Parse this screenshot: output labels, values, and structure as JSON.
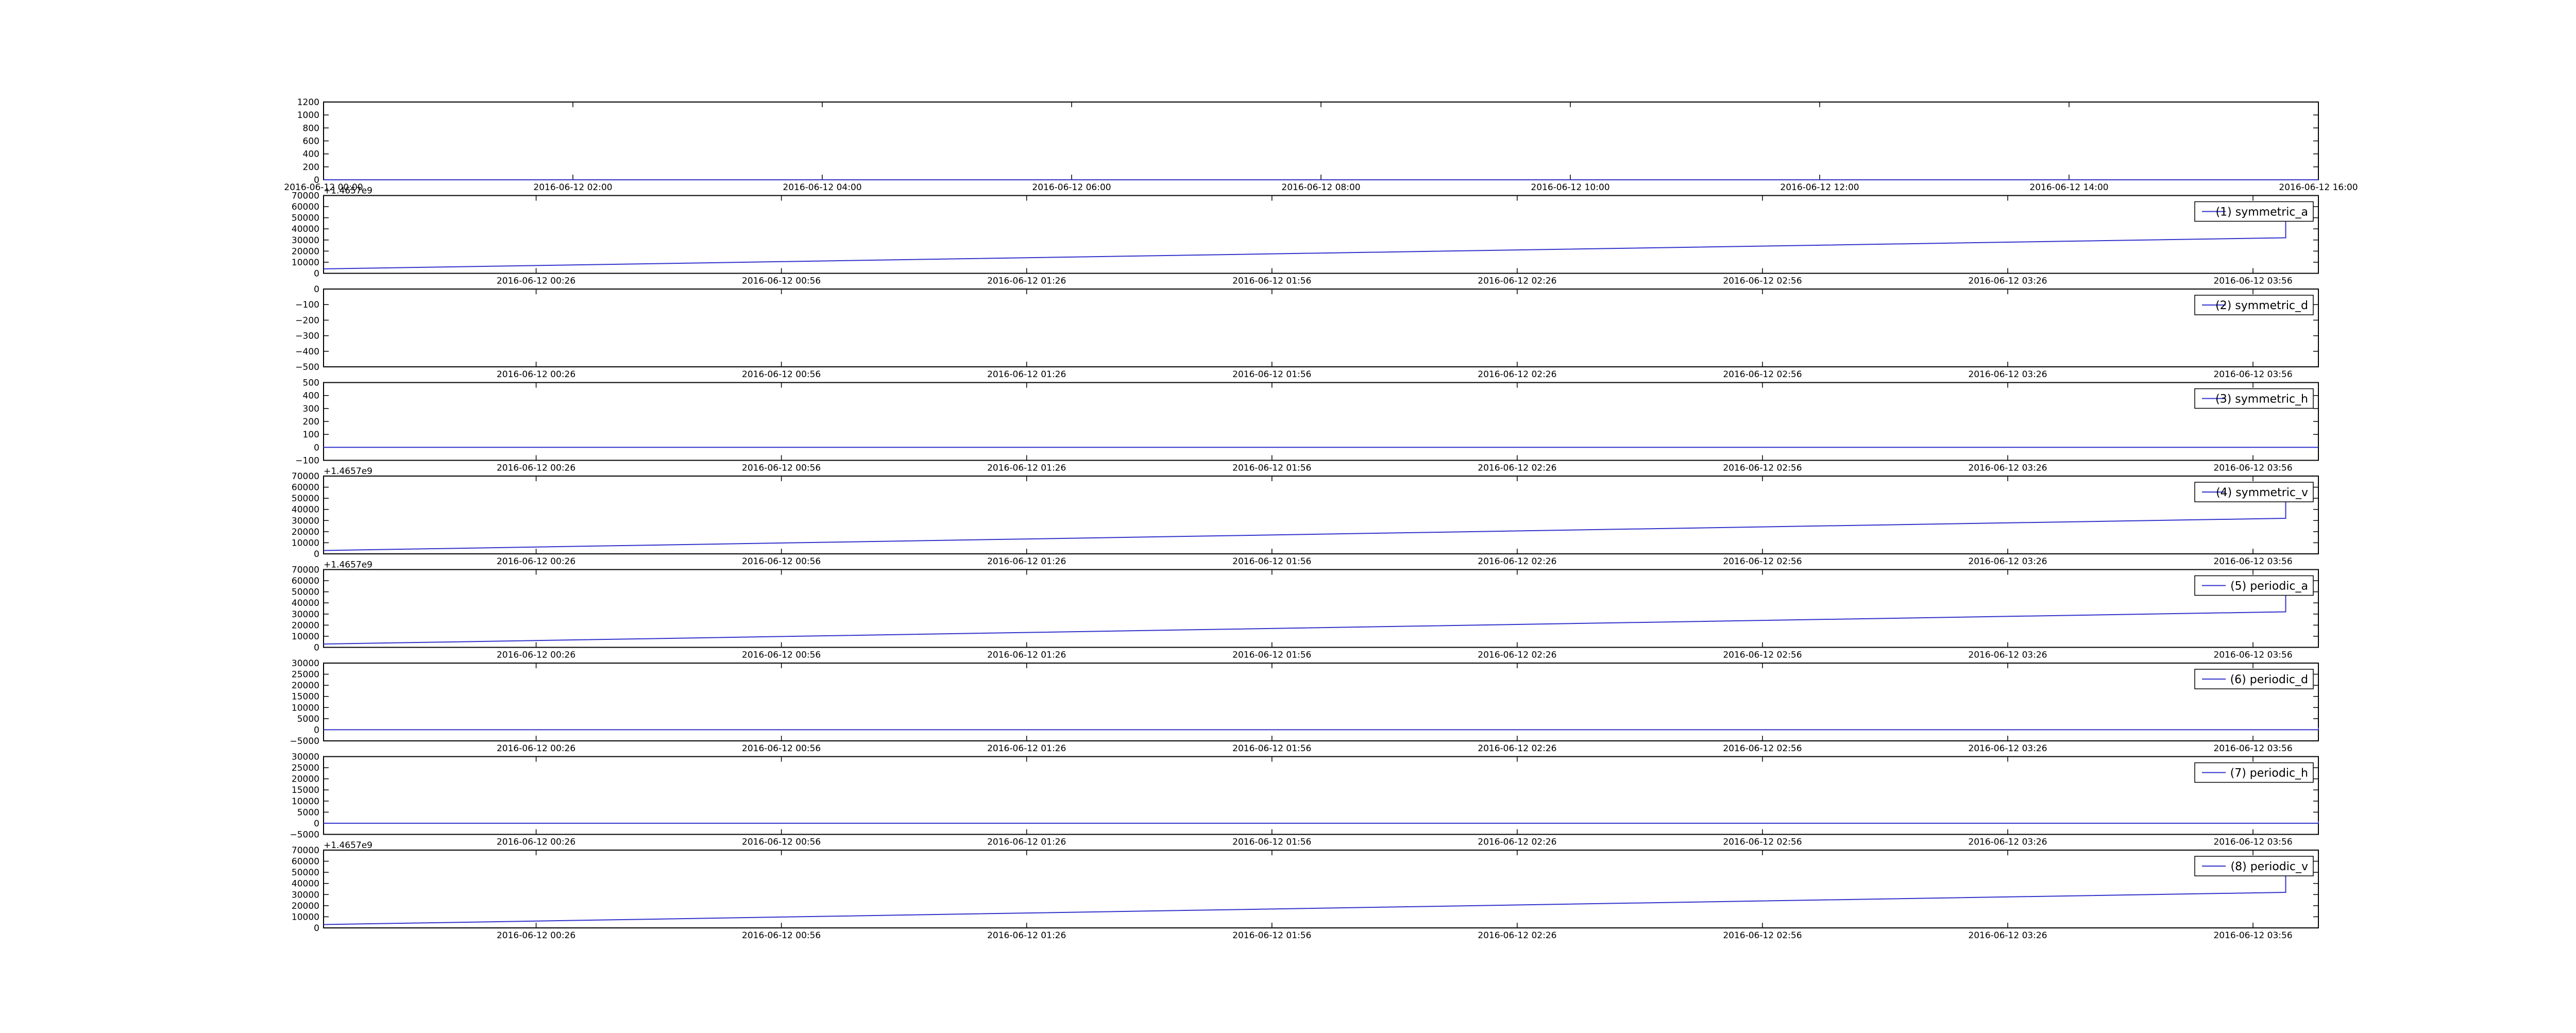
{
  "figure": {
    "background": "#ffffff",
    "line_color": "#3333cc",
    "axis_color": "#000000"
  },
  "chart_data": [
    {
      "type": "line",
      "x_axis": "time",
      "xlim": [
        "2016-06-12 00:00",
        "2016-06-12 16:00"
      ],
      "x_ticks": [
        {
          "t": "2016-06-12 00:00",
          "label": "2016-06-12 00:00"
        },
        {
          "t": "2016-06-12 02:00",
          "label": "2016-06-12 02:00"
        },
        {
          "t": "2016-06-12 04:00",
          "label": "2016-06-12 04:00"
        },
        {
          "t": "2016-06-12 06:00",
          "label": "2016-06-12 06:00"
        },
        {
          "t": "2016-06-12 08:00",
          "label": "2016-06-12 08:00"
        },
        {
          "t": "2016-06-12 10:00",
          "label": "2016-06-12 10:00"
        },
        {
          "t": "2016-06-12 12:00",
          "label": "2016-06-12 12:00"
        },
        {
          "t": "2016-06-12 14:00",
          "label": "2016-06-12 14:00"
        },
        {
          "t": "2016-06-12 16:00",
          "label": "2016-06-12 16:00"
        }
      ],
      "ylim": [
        0,
        1200
      ],
      "y_ticks": [
        0,
        200,
        400,
        600,
        800,
        1000,
        1200
      ],
      "offset_text": "",
      "legend": "",
      "series": [
        {
          "x": [
            "2016-06-12 00:00",
            "2016-06-12 16:00"
          ],
          "y": [
            0,
            0
          ]
        }
      ]
    },
    {
      "type": "line",
      "x_axis": "time",
      "xlim": [
        "2016-06-12 00:00",
        "2016-06-12 04:04"
      ],
      "x_ticks": [
        {
          "t": "2016-06-12 00:26",
          "label": "2016-06-12 00:26"
        },
        {
          "t": "2016-06-12 00:56",
          "label": "2016-06-12 00:56"
        },
        {
          "t": "2016-06-12 01:26",
          "label": "2016-06-12 01:26"
        },
        {
          "t": "2016-06-12 01:56",
          "label": "2016-06-12 01:56"
        },
        {
          "t": "2016-06-12 02:26",
          "label": "2016-06-12 02:26"
        },
        {
          "t": "2016-06-12 02:56",
          "label": "2016-06-12 02:56"
        },
        {
          "t": "2016-06-12 03:26",
          "label": "2016-06-12 03:26"
        },
        {
          "t": "2016-06-12 03:56",
          "label": "2016-06-12 03:56"
        }
      ],
      "ylim": [
        0,
        70000
      ],
      "y_ticks": [
        0,
        10000,
        20000,
        30000,
        40000,
        50000,
        60000,
        70000
      ],
      "offset_text": "+1.4657e9",
      "legend": "(1) symmetric_a",
      "series": [
        {
          "x": [
            "2016-06-12 00:00",
            "2016-06-12 04:00",
            "2016-06-12 04:00"
          ],
          "y": [
            4000,
            32000,
            49000
          ]
        }
      ]
    },
    {
      "type": "line",
      "x_axis": "time",
      "xlim": [
        "2016-06-12 00:00",
        "2016-06-12 04:04"
      ],
      "x_ticks": [
        {
          "t": "2016-06-12 00:26",
          "label": "2016-06-12 00:26"
        },
        {
          "t": "2016-06-12 00:56",
          "label": "2016-06-12 00:56"
        },
        {
          "t": "2016-06-12 01:26",
          "label": "2016-06-12 01:26"
        },
        {
          "t": "2016-06-12 01:56",
          "label": "2016-06-12 01:56"
        },
        {
          "t": "2016-06-12 02:26",
          "label": "2016-06-12 02:26"
        },
        {
          "t": "2016-06-12 02:56",
          "label": "2016-06-12 02:56"
        },
        {
          "t": "2016-06-12 03:26",
          "label": "2016-06-12 03:26"
        },
        {
          "t": "2016-06-12 03:56",
          "label": "2016-06-12 03:56"
        }
      ],
      "ylim": [
        -500,
        0
      ],
      "y_ticks": [
        -500,
        -400,
        -300,
        -200,
        -100,
        0
      ],
      "y_tick_labels": [
        "−500",
        "−400",
        "−300",
        "−200",
        "−100",
        "0"
      ],
      "offset_text": "",
      "legend": "(2) symmetric_d",
      "series": []
    },
    {
      "type": "line",
      "x_axis": "time",
      "xlim": [
        "2016-06-12 00:00",
        "2016-06-12 04:04"
      ],
      "x_ticks": [
        {
          "t": "2016-06-12 00:26",
          "label": "2016-06-12 00:26"
        },
        {
          "t": "2016-06-12 00:56",
          "label": "2016-06-12 00:56"
        },
        {
          "t": "2016-06-12 01:26",
          "label": "2016-06-12 01:26"
        },
        {
          "t": "2016-06-12 01:56",
          "label": "2016-06-12 01:56"
        },
        {
          "t": "2016-06-12 02:26",
          "label": "2016-06-12 02:26"
        },
        {
          "t": "2016-06-12 02:56",
          "label": "2016-06-12 02:56"
        },
        {
          "t": "2016-06-12 03:26",
          "label": "2016-06-12 03:26"
        },
        {
          "t": "2016-06-12 03:56",
          "label": "2016-06-12 03:56"
        }
      ],
      "ylim": [
        -100,
        500
      ],
      "y_ticks": [
        -100,
        0,
        100,
        200,
        300,
        400,
        500
      ],
      "y_tick_labels": [
        "−100",
        "0",
        "100",
        "200",
        "300",
        "400",
        "500"
      ],
      "offset_text": "",
      "legend": "(3) symmetric_h",
      "series": [
        {
          "x": [
            "2016-06-12 00:00",
            "2016-06-12 04:04"
          ],
          "y": [
            0,
            0
          ]
        }
      ]
    },
    {
      "type": "line",
      "x_axis": "time",
      "xlim": [
        "2016-06-12 00:00",
        "2016-06-12 04:04"
      ],
      "x_ticks": [
        {
          "t": "2016-06-12 00:26",
          "label": "2016-06-12 00:26"
        },
        {
          "t": "2016-06-12 00:56",
          "label": "2016-06-12 00:56"
        },
        {
          "t": "2016-06-12 01:26",
          "label": "2016-06-12 01:26"
        },
        {
          "t": "2016-06-12 01:56",
          "label": "2016-06-12 01:56"
        },
        {
          "t": "2016-06-12 02:26",
          "label": "2016-06-12 02:26"
        },
        {
          "t": "2016-06-12 02:56",
          "label": "2016-06-12 02:56"
        },
        {
          "t": "2016-06-12 03:26",
          "label": "2016-06-12 03:26"
        },
        {
          "t": "2016-06-12 03:56",
          "label": "2016-06-12 03:56"
        }
      ],
      "ylim": [
        0,
        70000
      ],
      "y_ticks": [
        0,
        10000,
        20000,
        30000,
        40000,
        50000,
        60000,
        70000
      ],
      "offset_text": "+1.4657e9",
      "legend": "(4) symmetric_v",
      "series": [
        {
          "x": [
            "2016-06-12 00:00",
            "2016-06-12 04:00",
            "2016-06-12 04:00"
          ],
          "y": [
            3000,
            32000,
            49000
          ]
        }
      ]
    },
    {
      "type": "line",
      "x_axis": "time",
      "xlim": [
        "2016-06-12 00:00",
        "2016-06-12 04:04"
      ],
      "x_ticks": [
        {
          "t": "2016-06-12 00:26",
          "label": "2016-06-12 00:26"
        },
        {
          "t": "2016-06-12 00:56",
          "label": "2016-06-12 00:56"
        },
        {
          "t": "2016-06-12 01:26",
          "label": "2016-06-12 01:26"
        },
        {
          "t": "2016-06-12 01:56",
          "label": "2016-06-12 01:56"
        },
        {
          "t": "2016-06-12 02:26",
          "label": "2016-06-12 02:26"
        },
        {
          "t": "2016-06-12 02:56",
          "label": "2016-06-12 02:56"
        },
        {
          "t": "2016-06-12 03:26",
          "label": "2016-06-12 03:26"
        },
        {
          "t": "2016-06-12 03:56",
          "label": "2016-06-12 03:56"
        }
      ],
      "ylim": [
        0,
        70000
      ],
      "y_ticks": [
        0,
        10000,
        20000,
        30000,
        40000,
        50000,
        60000,
        70000
      ],
      "offset_text": "+1.4657e9",
      "legend": "(5) periodic_a",
      "series": [
        {
          "x": [
            "2016-06-12 00:00",
            "2016-06-12 04:00",
            "2016-06-12 04:00"
          ],
          "y": [
            3000,
            32000,
            49000
          ]
        }
      ]
    },
    {
      "type": "line",
      "x_axis": "time",
      "xlim": [
        "2016-06-12 00:00",
        "2016-06-12 04:04"
      ],
      "x_ticks": [
        {
          "t": "2016-06-12 00:26",
          "label": "2016-06-12 00:26"
        },
        {
          "t": "2016-06-12 00:56",
          "label": "2016-06-12 00:56"
        },
        {
          "t": "2016-06-12 01:26",
          "label": "2016-06-12 01:26"
        },
        {
          "t": "2016-06-12 01:56",
          "label": "2016-06-12 01:56"
        },
        {
          "t": "2016-06-12 02:26",
          "label": "2016-06-12 02:26"
        },
        {
          "t": "2016-06-12 02:56",
          "label": "2016-06-12 02:56"
        },
        {
          "t": "2016-06-12 03:26",
          "label": "2016-06-12 03:26"
        },
        {
          "t": "2016-06-12 03:56",
          "label": "2016-06-12 03:56"
        }
      ],
      "ylim": [
        -5000,
        30000
      ],
      "y_ticks": [
        -5000,
        0,
        5000,
        10000,
        15000,
        20000,
        25000,
        30000
      ],
      "y_tick_labels": [
        "−5000",
        "0",
        "5000",
        "10000",
        "15000",
        "20000",
        "25000",
        "30000"
      ],
      "offset_text": "",
      "legend": "(6) periodic_d",
      "series": [
        {
          "x": [
            "2016-06-12 00:00",
            "2016-06-12 04:04",
            "2016-06-12 04:04"
          ],
          "y": [
            0,
            0,
            1000
          ]
        }
      ]
    },
    {
      "type": "line",
      "x_axis": "time",
      "xlim": [
        "2016-06-12 00:00",
        "2016-06-12 04:04"
      ],
      "x_ticks": [
        {
          "t": "2016-06-12 00:26",
          "label": "2016-06-12 00:26"
        },
        {
          "t": "2016-06-12 00:56",
          "label": "2016-06-12 00:56"
        },
        {
          "t": "2016-06-12 01:26",
          "label": "2016-06-12 01:26"
        },
        {
          "t": "2016-06-12 01:56",
          "label": "2016-06-12 01:56"
        },
        {
          "t": "2016-06-12 02:26",
          "label": "2016-06-12 02:26"
        },
        {
          "t": "2016-06-12 02:56",
          "label": "2016-06-12 02:56"
        },
        {
          "t": "2016-06-12 03:26",
          "label": "2016-06-12 03:26"
        },
        {
          "t": "2016-06-12 03:56",
          "label": "2016-06-12 03:56"
        }
      ],
      "ylim": [
        -5000,
        30000
      ],
      "y_ticks": [
        -5000,
        0,
        5000,
        10000,
        15000,
        20000,
        25000,
        30000
      ],
      "y_tick_labels": [
        "−5000",
        "0",
        "5000",
        "10000",
        "15000",
        "20000",
        "25000",
        "30000"
      ],
      "offset_text": "",
      "legend": "(7) periodic_h",
      "series": [
        {
          "x": [
            "2016-06-12 00:00",
            "2016-06-12 04:04",
            "2016-06-12 04:04"
          ],
          "y": [
            0,
            0,
            1000
          ]
        }
      ]
    },
    {
      "type": "line",
      "x_axis": "time",
      "xlim": [
        "2016-06-12 00:00",
        "2016-06-12 04:04"
      ],
      "x_ticks": [
        {
          "t": "2016-06-12 00:26",
          "label": "2016-06-12 00:26"
        },
        {
          "t": "2016-06-12 00:56",
          "label": "2016-06-12 00:56"
        },
        {
          "t": "2016-06-12 01:26",
          "label": "2016-06-12 01:26"
        },
        {
          "t": "2016-06-12 01:56",
          "label": "2016-06-12 01:56"
        },
        {
          "t": "2016-06-12 02:26",
          "label": "2016-06-12 02:26"
        },
        {
          "t": "2016-06-12 02:56",
          "label": "2016-06-12 02:56"
        },
        {
          "t": "2016-06-12 03:26",
          "label": "2016-06-12 03:26"
        },
        {
          "t": "2016-06-12 03:56",
          "label": "2016-06-12 03:56"
        }
      ],
      "ylim": [
        0,
        70000
      ],
      "y_ticks": [
        0,
        10000,
        20000,
        30000,
        40000,
        50000,
        60000,
        70000
      ],
      "offset_text": "+1.4657e9",
      "legend": "(8) periodic_v",
      "series": [
        {
          "x": [
            "2016-06-12 00:00",
            "2016-06-12 04:00",
            "2016-06-12 04:00"
          ],
          "y": [
            3000,
            32000,
            49000
          ]
        }
      ]
    }
  ]
}
